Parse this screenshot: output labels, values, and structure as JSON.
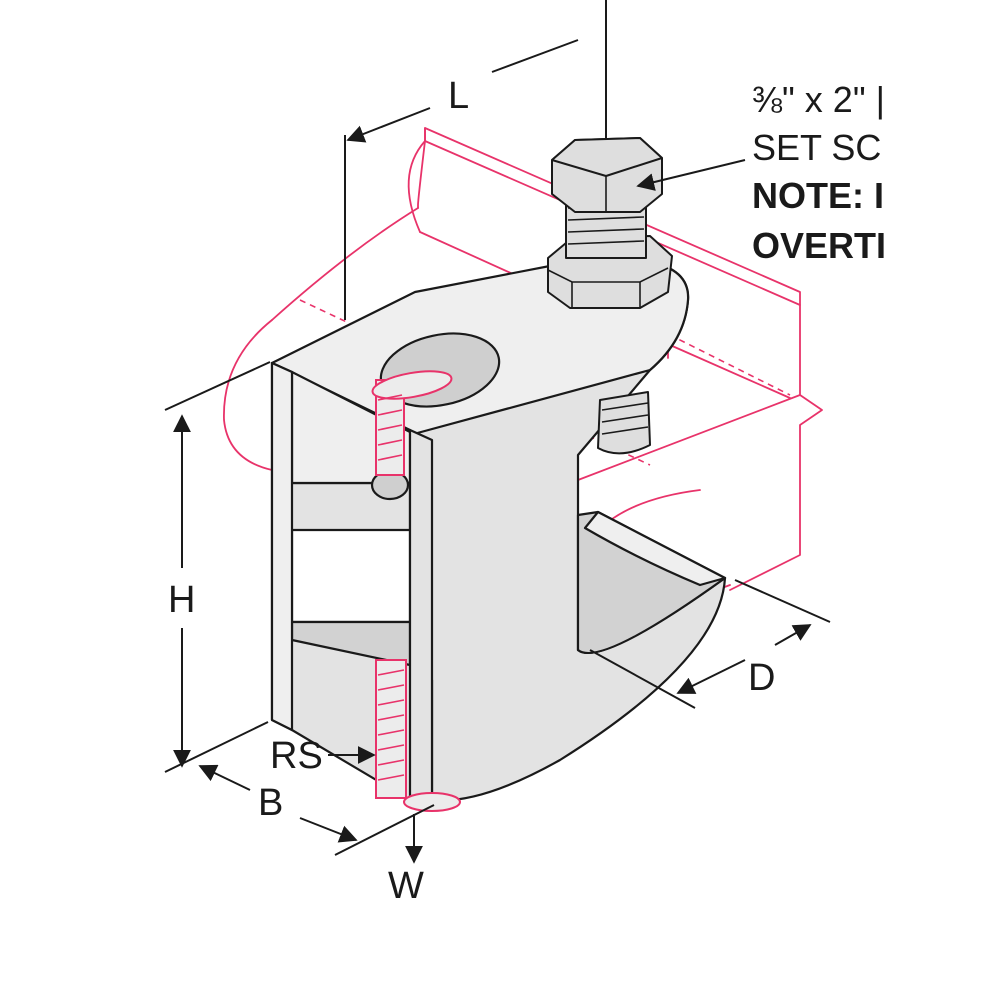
{
  "labels": {
    "length": "L",
    "height": "H",
    "depth": "D",
    "width_b": "B",
    "rod_size": "RS",
    "load": "W"
  },
  "note": {
    "line1": "⅜\" x 2\" |",
    "line2": "SET SC",
    "line3": "NOTE: I",
    "line4": "OVERTI"
  },
  "colors": {
    "beam_outline": "#e8336a",
    "clamp_fill": "#e3e3e3",
    "ink": "#1a1a1a"
  }
}
